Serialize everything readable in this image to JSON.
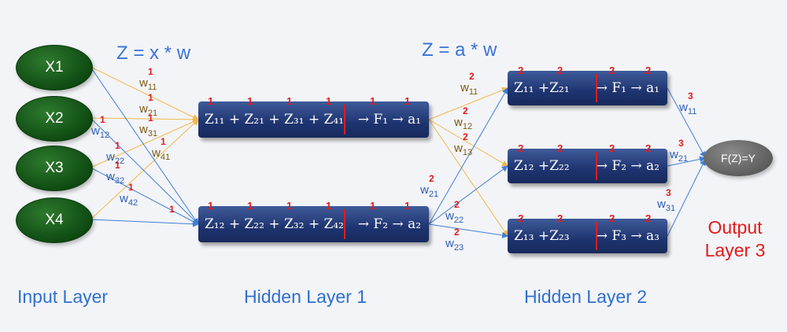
{
  "headings": {
    "formula_layer1": "Z = x * w",
    "formula_layer2": "Z = a * w"
  },
  "layers": {
    "input": "Input Layer",
    "hidden1": "Hidden Layer 1",
    "hidden2": "Hidden Layer 2",
    "output_line1": "Output",
    "output_line2": "Layer 3"
  },
  "input_nodes": [
    "X1",
    "X2",
    "X3",
    "X4"
  ],
  "output_node": "F(Z)=Y",
  "hidden1": {
    "layer_mark": "1",
    "neurons": [
      {
        "terms": "Z₁₁ + Z₂₁ + Z₃₁ + Z₄₁",
        "activation": "→  F₁  → a₁"
      },
      {
        "terms": "Z₁₂ + Z₂₂ + Z₃₂ + Z₄₂",
        "activation": "→  F₂  → a₂"
      }
    ]
  },
  "hidden2": {
    "layer_mark": "2",
    "neurons": [
      {
        "terms": "Z₁₁ +Z₂₁",
        "activation": "→  F₁  → a₁"
      },
      {
        "terms": "Z₁₂ +Z₂₂",
        "activation": "→  F₂  → a₂"
      },
      {
        "terms": "Z₁₃ +Z₂₃",
        "activation": "→  F₃  → a₃"
      }
    ]
  },
  "weights": {
    "layer1": [
      {
        "label": "w",
        "sub": "11",
        "sup": "1",
        "color": "#7a5a14"
      },
      {
        "label": "w",
        "sub": "21",
        "sup": "1",
        "color": "#7a5a14"
      },
      {
        "label": "w",
        "sub": "31",
        "sup": "1",
        "color": "#7a5a14"
      },
      {
        "label": "w",
        "sub": "41",
        "sup": "1",
        "color": "#7a5a14"
      },
      {
        "label": "w",
        "sub": "12",
        "sup": "1",
        "color": "#2c5fb3"
      },
      {
        "label": "w",
        "sub": "22",
        "sup": "1",
        "color": "#2c5fb3"
      },
      {
        "label": "w",
        "sub": "32",
        "sup": "1",
        "color": "#2c5fb3"
      },
      {
        "label": "w",
        "sub": "42",
        "sup": "1",
        "color": "#2c5fb3"
      }
    ],
    "layer2": [
      {
        "label": "w",
        "sub": "11",
        "sup": "2",
        "color": "#7a5a14"
      },
      {
        "label": "w",
        "sub": "12",
        "sup": "2",
        "color": "#7a5a14"
      },
      {
        "label": "w",
        "sub": "13",
        "sup": "2",
        "color": "#7a5a14"
      },
      {
        "label": "w",
        "sub": "21",
        "sup": "2",
        "color": "#2c5fb3"
      },
      {
        "label": "w",
        "sub": "22",
        "sup": "2",
        "color": "#2c5fb3"
      },
      {
        "label": "w",
        "sub": "23",
        "sup": "2",
        "color": "#2c5fb3"
      }
    ],
    "layer3": [
      {
        "label": "w",
        "sub": "11",
        "sup": "3",
        "color": "#2c5fb3"
      },
      {
        "label": "w",
        "sub": "21",
        "sup": "3",
        "color": "#2c5fb3"
      },
      {
        "label": "w",
        "sub": "31",
        "sup": "3",
        "color": "#2c5fb3"
      }
    ]
  },
  "colors": {
    "background": "#f3f4f7",
    "input_node": "#0c4710",
    "neuron_box": "#1e3470",
    "output_node": "#5a5a5a",
    "edge_from_first_neuron": "#f2b84b",
    "edge_from_second_neuron": "#3f7fd6",
    "accent_red": "#e31b1b",
    "label_blue": "#2f6fd1"
  }
}
